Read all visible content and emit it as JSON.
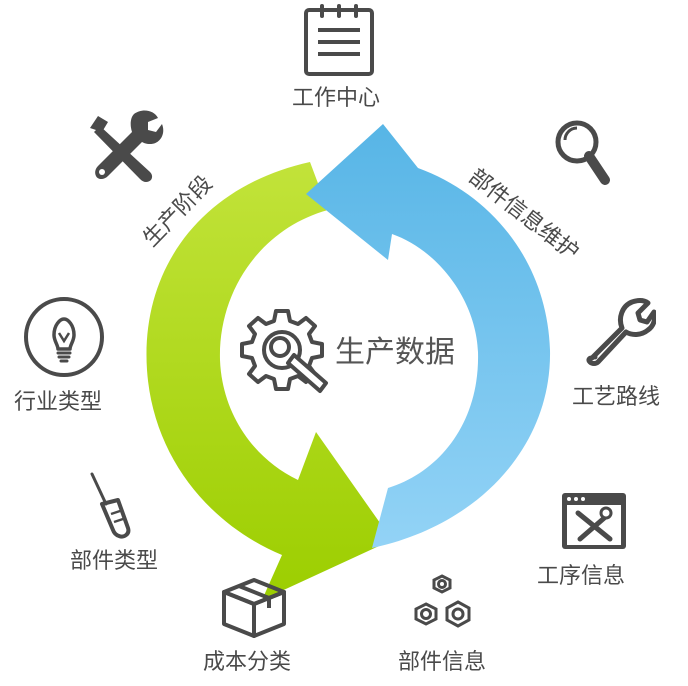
{
  "center": {
    "title": "生产数据",
    "icon": "gear-wrench-icon"
  },
  "items": [
    {
      "label": "工作中心",
      "icon": "notepad-icon"
    },
    {
      "label": "部件信息维护",
      "icon": "magnifier-icon"
    },
    {
      "label": "工艺路线",
      "icon": "wrench-icon"
    },
    {
      "label": "工序信息",
      "icon": "tools-window-icon"
    },
    {
      "label": "部件信息",
      "icon": "hex-nuts-icon"
    },
    {
      "label": "成本分类",
      "icon": "box-icon"
    },
    {
      "label": "部件类型",
      "icon": "screwdriver-icon"
    },
    {
      "label": "行业类型",
      "icon": "lightbulb-icon"
    },
    {
      "label": "生产阶段",
      "icon": "tools-crossed-icon"
    }
  ],
  "colors": {
    "green_arrow": "#a8d40c",
    "blue_arrow": "#6ec2ee",
    "icon": "#4a4a4a",
    "text": "#4a4a4a"
  }
}
